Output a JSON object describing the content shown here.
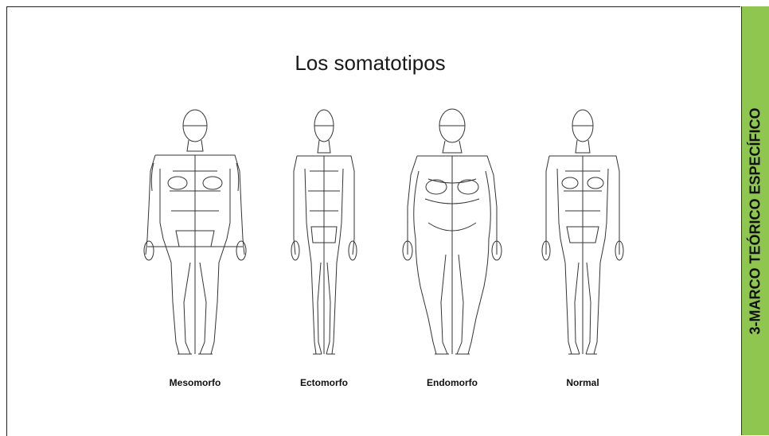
{
  "slide": {
    "title": "Los somatotipos",
    "side_label": "3-MARCO TEÓRICO ESPECÍFICO",
    "side_color": "#8fc64f"
  },
  "figures": [
    {
      "label": "Mesomorfo"
    },
    {
      "label": "Ectomorfo"
    },
    {
      "label": "Endomorfo"
    },
    {
      "label": "Normal"
    }
  ]
}
